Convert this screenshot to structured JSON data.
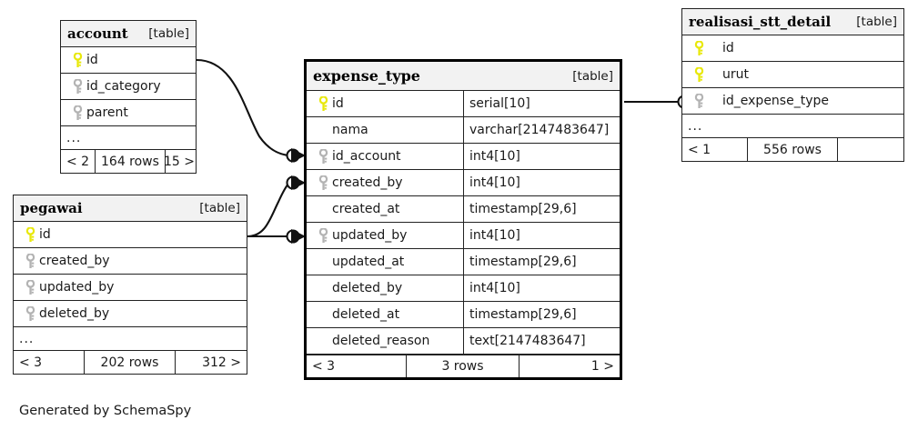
{
  "diagram": {
    "kind_label": "[table]",
    "ellipsis": "...",
    "credit": "Generated by SchemaSpy",
    "colors": {
      "pk_key": "#e8e80a",
      "fk_key": "#b3b3b3",
      "header_bg": "#f2f2f2",
      "border": "#222222",
      "focal_border": "#000000",
      "background": "#ffffff",
      "text": "#1a1a1a"
    }
  },
  "tables": {
    "account": {
      "name": "account",
      "kind": "[table]",
      "columns": [
        {
          "key": "pk",
          "name": "id"
        },
        {
          "key": "fk",
          "name": "id_category"
        },
        {
          "key": "fk",
          "name": "parent"
        }
      ],
      "has_ellipsis": true,
      "footer": {
        "left": "< 2",
        "middle": "164 rows",
        "right": "15 >"
      }
    },
    "pegawai": {
      "name": "pegawai",
      "kind": "[table]",
      "columns": [
        {
          "key": "pk",
          "name": "id"
        },
        {
          "key": "fk",
          "name": "created_by"
        },
        {
          "key": "fk",
          "name": "updated_by"
        },
        {
          "key": "fk",
          "name": "deleted_by"
        }
      ],
      "has_ellipsis": true,
      "footer": {
        "left": "< 3",
        "middle": "202 rows",
        "right": "312 >"
      }
    },
    "expense_type": {
      "name": "expense_type",
      "kind": "[table]",
      "focal": true,
      "columns": [
        {
          "key": "pk",
          "name": "id",
          "type": "serial[10]"
        },
        {
          "key": "none",
          "name": "nama",
          "type": "varchar[2147483647]"
        },
        {
          "key": "fk",
          "name": "id_account",
          "type": "int4[10]"
        },
        {
          "key": "fk",
          "name": "created_by",
          "type": "int4[10]"
        },
        {
          "key": "none",
          "name": "created_at",
          "type": "timestamp[29,6]"
        },
        {
          "key": "fk",
          "name": "updated_by",
          "type": "int4[10]"
        },
        {
          "key": "none",
          "name": "updated_at",
          "type": "timestamp[29,6]"
        },
        {
          "key": "none",
          "name": "deleted_by",
          "type": "int4[10]"
        },
        {
          "key": "none",
          "name": "deleted_at",
          "type": "timestamp[29,6]"
        },
        {
          "key": "none",
          "name": "deleted_reason",
          "type": "text[2147483647]"
        }
      ],
      "has_ellipsis": false,
      "footer": {
        "left": "< 3",
        "middle": "3 rows",
        "right": "1 >"
      }
    },
    "realisasi_stt_detail": {
      "name": "realisasi_stt_detail",
      "kind": "[table]",
      "columns": [
        {
          "key": "pk",
          "name": "id"
        },
        {
          "key": "pk",
          "name": "urut"
        },
        {
          "key": "fk",
          "name": "id_expense_type"
        }
      ],
      "has_ellipsis": true,
      "footer": {
        "left": "< 1",
        "middle": "556 rows",
        "right": ""
      }
    }
  },
  "relationships": [
    {
      "from_table": "account",
      "from_column": "id",
      "to_table": "expense_type",
      "to_column": "id_account",
      "cardinality": "zero-or-more"
    },
    {
      "from_table": "pegawai",
      "from_column": "id",
      "to_table": "expense_type",
      "to_column": "created_by",
      "cardinality": "zero-or-more"
    },
    {
      "from_table": "pegawai",
      "from_column": "id",
      "to_table": "expense_type",
      "to_column": "updated_by",
      "cardinality": "zero-or-more"
    },
    {
      "from_table": "expense_type",
      "from_column": "id",
      "to_table": "realisasi_stt_detail",
      "to_column": "id_expense_type",
      "cardinality": "zero-or-more"
    }
  ]
}
